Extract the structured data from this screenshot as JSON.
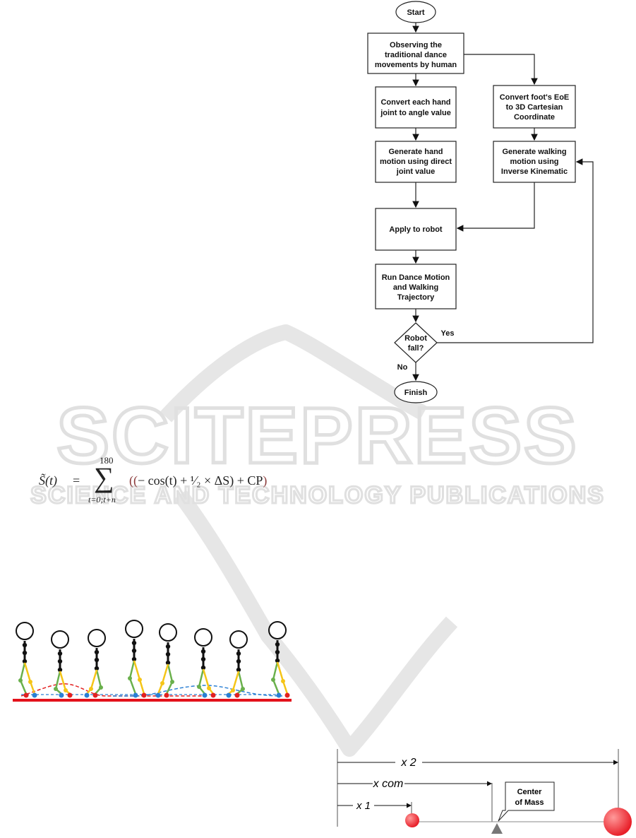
{
  "flowchart": {
    "start": "Start",
    "observe": [
      "Observing the",
      "traditional dance",
      "movements by human"
    ],
    "convert_hand": [
      "Convert each hand",
      "joint to angle value"
    ],
    "convert_foot": [
      "Convert foot's EoE",
      "to 3D Cartesian",
      "Coordinate"
    ],
    "gen_hand": [
      "Generate hand",
      "motion using direct",
      "joint value"
    ],
    "gen_walk": [
      "Generate walking",
      "motion using",
      "Inverse Kinematic"
    ],
    "apply": "Apply to robot",
    "run": [
      "Run Dance Motion",
      "and Walking",
      "Trajectory"
    ],
    "decision": [
      "Robot",
      "fall?"
    ],
    "yes": "Yes",
    "no": "No",
    "finish": "Finish"
  },
  "watermark": {
    "word": "SCITEPRESS",
    "subtitle": "SCIENCE AND TECHNOLOGY PUBLICATIONS"
  },
  "equation": {
    "lhs": "S̃(t)",
    "equals": "=",
    "upper": "180",
    "lower": "t=0;t+n",
    "rhs_open": "((",
    "rhs_body": "− cos(t) + ¹⁄₂ × ΔS) + CP",
    "rhs_close": ")"
  },
  "com_diagram": {
    "x2": "x 2",
    "xcom": "x com",
    "x1": "x 1",
    "callout_line1": "Center",
    "callout_line2": "of Mass"
  },
  "colors": {
    "ground": "#e3121b",
    "leg_green": "#6ab04c",
    "leg_yellow": "#f5c518",
    "dash_red": "#e32020",
    "dash_blue": "#2a7fd4",
    "mass": "#e8202a"
  }
}
